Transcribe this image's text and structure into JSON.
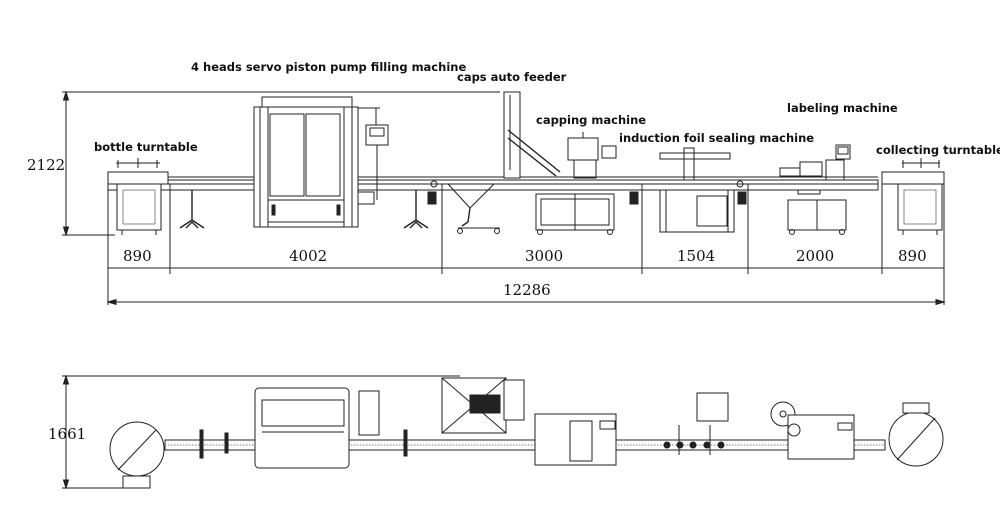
{
  "drawing": {
    "labels": {
      "filling": "4 heads servo piston pump filling machine",
      "caps_feeder": "caps auto feeder",
      "capping": "capping machine",
      "sealing": "induction foil sealing machine",
      "labeling": "labeling machine",
      "bottle_turntable": "bottle turntable",
      "collecting_turntable": "collecting turntable"
    },
    "front_view": {
      "height_dim": "2122",
      "segments": [
        "890",
        "4002",
        "3000",
        "1504",
        "2000",
        "890"
      ],
      "total_length": "12286"
    },
    "top_view": {
      "width_dim": "1661"
    }
  }
}
